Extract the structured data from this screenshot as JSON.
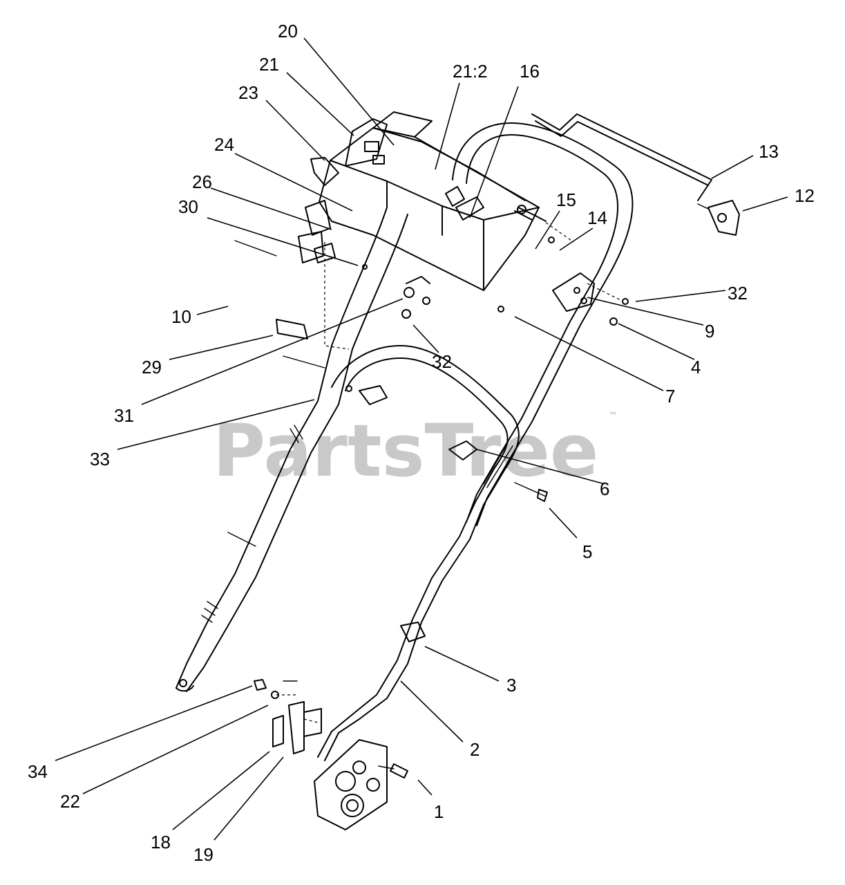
{
  "watermark": {
    "text": "PartsTree",
    "trademark": "™"
  },
  "callouts": [
    {
      "id": "20",
      "label": "20"
    },
    {
      "id": "21",
      "label": "21"
    },
    {
      "id": "23",
      "label": "23"
    },
    {
      "id": "24",
      "label": "24"
    },
    {
      "id": "26",
      "label": "26"
    },
    {
      "id": "30",
      "label": "30"
    },
    {
      "id": "21-2",
      "label": "21:2"
    },
    {
      "id": "16",
      "label": "16"
    },
    {
      "id": "13",
      "label": "13"
    },
    {
      "id": "12",
      "label": "12"
    },
    {
      "id": "15",
      "label": "15"
    },
    {
      "id": "14",
      "label": "14"
    },
    {
      "id": "32a",
      "label": "32"
    },
    {
      "id": "9",
      "label": "9"
    },
    {
      "id": "4",
      "label": "4"
    },
    {
      "id": "7",
      "label": "7"
    },
    {
      "id": "10",
      "label": "10"
    },
    {
      "id": "29",
      "label": "29"
    },
    {
      "id": "32b",
      "label": "32"
    },
    {
      "id": "31",
      "label": "31"
    },
    {
      "id": "33",
      "label": "33"
    },
    {
      "id": "6",
      "label": "6"
    },
    {
      "id": "5",
      "label": "5"
    },
    {
      "id": "3",
      "label": "3"
    },
    {
      "id": "2",
      "label": "2"
    },
    {
      "id": "34",
      "label": "34"
    },
    {
      "id": "22",
      "label": "22"
    },
    {
      "id": "1",
      "label": "1"
    },
    {
      "id": "18",
      "label": "18"
    },
    {
      "id": "19",
      "label": "19"
    }
  ]
}
